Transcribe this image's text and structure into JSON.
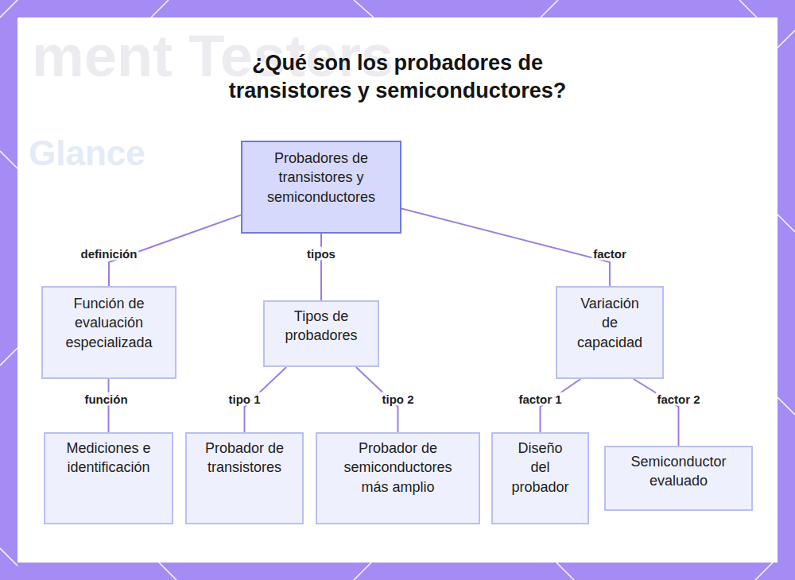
{
  "diagram": {
    "title": "¿Qué son los probadores de transistores y semiconductores?",
    "nodes": [
      {
        "text": [
          "Probadores de transistores y semiconductores"
        ]
      },
      {
        "text": [
          "Función de evaluación especializada"
        ]
      },
      {
        "text": [
          "Tipos de probadores"
        ]
      },
      {
        "text": [
          "Variación de capacidad"
        ]
      },
      {
        "text": [
          "Mediciones e identificación"
        ]
      },
      {
        "text": [
          "Probador de transistores"
        ]
      },
      {
        "text": [
          "Probador de semiconductores más amplio"
        ]
      },
      {
        "text": [
          "Diseño del probador"
        ]
      },
      {
        "text": [
          "Semiconductor evaluado"
        ]
      }
    ],
    "edges": [
      {
        "from": 0,
        "to": 1,
        "label": "definición",
        "arrow": "none"
      },
      {
        "from": 0,
        "to": 2,
        "label": "tipos",
        "arrow": "none"
      },
      {
        "from": 0,
        "to": 3,
        "label": "factor",
        "arrow": "none"
      },
      {
        "from": 1,
        "to": 4,
        "label": "función",
        "arrow": "none"
      },
      {
        "from": 2,
        "to": 5,
        "label": "tipo 1",
        "arrow": "none"
      },
      {
        "from": 2,
        "to": 6,
        "label": "tipo 2",
        "arrow": "none"
      },
      {
        "from": 3,
        "to": 7,
        "label": "factor 1",
        "arrow": "none"
      },
      {
        "from": 3,
        "to": 8,
        "label": "factor 2",
        "arrow": "none"
      }
    ],
    "labels": [
      "ment Testers",
      "Glance"
    ]
  }
}
